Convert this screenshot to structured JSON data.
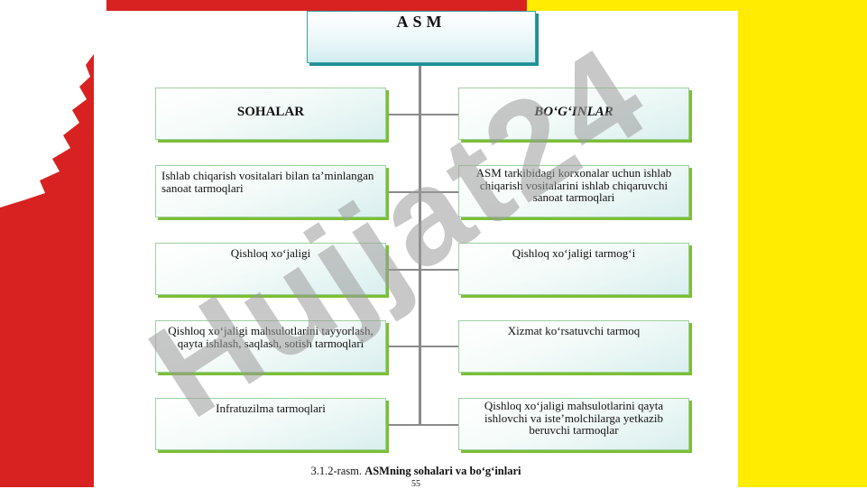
{
  "colors": {
    "background_red": "#d82222",
    "background_yellow": "#ffec00",
    "box_border": "#9fd0a0",
    "box_shadow": "#7bbf34",
    "title_shadow": "#1f8f97",
    "connector": "#8a8a8a"
  },
  "diagram": {
    "title": "ASM",
    "left_header": "SOHALAR",
    "right_header": "BO‘G‘INLAR",
    "left_items": [
      "Ishlab chiqarish vositalari bilan ta’minlangan sanoat tarmoqlari",
      "Qishloq xo‘jaligi",
      "Qishloq xo‘jaligi mahsulotlarini tayyorlash, qayta ishlash, saqlash, sotish tarmoqlari",
      "Infratuzilma tarmoqlari"
    ],
    "right_items": [
      "ASM tarkibidagi korxonalar uchun ishlab chiqarish vositalarini ishlab chiqaruvchi sanoat tarmoqlari",
      "Qishloq xo‘jaligi tarmog‘i",
      "Xizmat ko‘rsatuvchi tarmoq",
      "Qishloq xo‘jaligi mahsulotlarini qayta ishlovchi va iste’molchilarga yetkazib beruvchi tarmoqlar"
    ]
  },
  "caption": {
    "prefix": "3.1.2-rasm.",
    "bold": "ASMning sohalari va bo‘g‘inlari",
    "page_number": "55"
  },
  "watermark": {
    "text": "Hujjat24",
    "icon": "watermark-logo"
  }
}
